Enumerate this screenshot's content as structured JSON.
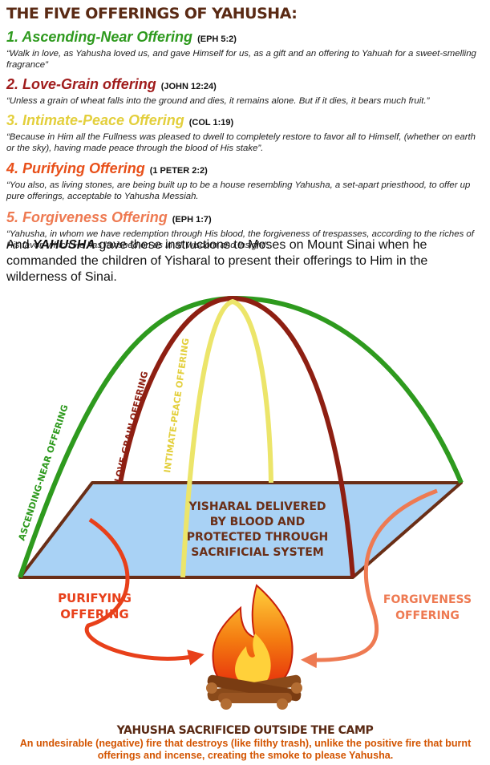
{
  "title": "THE FIVE OFFERINGS OF YAHUSHA:",
  "offerings": [
    {
      "heading": "1. Ascending-Near Offering",
      "ref": "(EPH 5:2)",
      "color": "#2e9a1e",
      "quote": "“Walk in love, as Yahusha loved us, and gave Himself for us, as a gift and an offering to Yahuah for a sweet-smelling fragrance”"
    },
    {
      "heading": "2. Love-Grain offering",
      "ref": "(JOHN 12:24)",
      "color": "#a01c1c",
      "quote": "“Unless a grain of wheat falls into the ground and dies, it remains alone. But if it dies, it bears much fruit.”"
    },
    {
      "heading": "3. Intimate-Peace Offering",
      "ref": "(COL 1:19)",
      "color": "#e3cf3c",
      "quote": "“Because in Him all the Fullness was pleased to dwell to completely restore to favor all to Himself, (whether on earth or the sky), having made peace through the blood of His stake”."
    },
    {
      "heading": "4. Purifying Offering",
      "ref": "(1 PETER 2:2)",
      "color": "#e8501a",
      "quote": "“You also, as living stones, are being built up to be a house resembling Yahusha, a set-apart priesthood, to offer up pure offerings, acceptable to Yahusha Messiah."
    },
    {
      "heading": "5. Forgiveness Offering",
      "ref": "(EPH 1:7)",
      "color": "#ee7a52",
      "quote": "“Yahusha, in whom we have redemption through His blood, the forgiveness of trespasses, according to the riches of His favor, which He has lavished on us in all wisdom and insight”."
    }
  ],
  "intro": {
    "before": "And ",
    "name": "YAHUSHA",
    "after": " gave these instructions to Moses on Mount Sinai when he commanded the children of Yisharal to present their offerings to Him in the wilderness of Sinai."
  },
  "diagram": {
    "arc_labels": {
      "ascending": "ASCENDING-NEAR OFFERING",
      "love_grain": "LOVE-GRAIN OFFERING",
      "intimate_peace": "INTIMATE-PEACE OFFERING"
    },
    "center_text": [
      "YISHARAL DELIVERED",
      "BY BLOOD AND",
      "PROTECTED THROUGH",
      "SACRIFICIAL SYSTEM"
    ],
    "purifying": [
      "PURIFYING",
      "OFFERING"
    ],
    "forgiveness": [
      "FORGIVENESS",
      "OFFERING"
    ]
  },
  "bottom_title": "YAHUSHA SACRIFICED OUTSIDE THE CAMP",
  "bottom_note": "An undesirable (negative) fire that destroys (like filthy trash), unlike the positive fire that burnt offerings and incense, creating the smoke to please Yahusha."
}
